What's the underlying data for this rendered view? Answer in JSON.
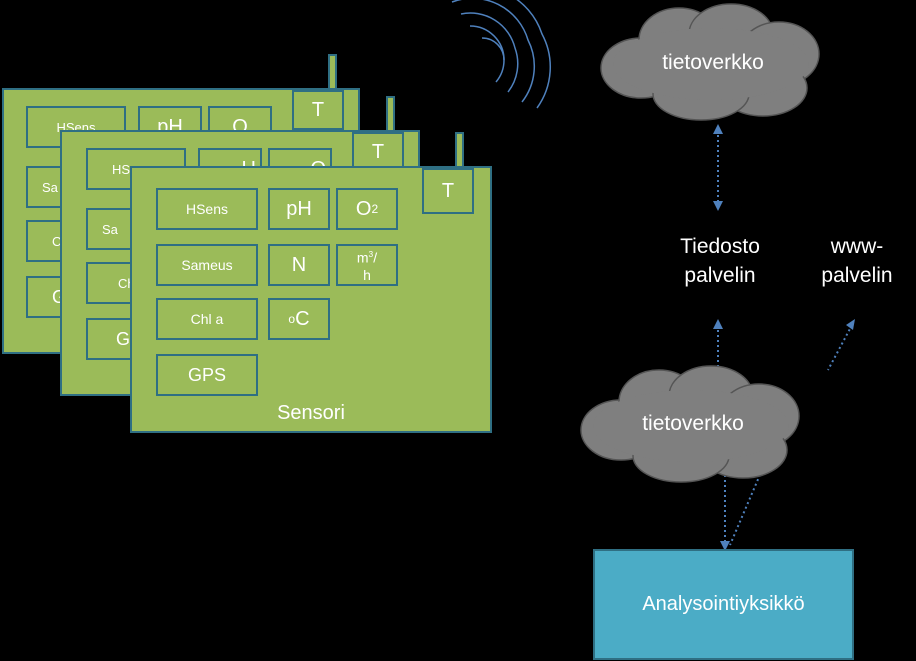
{
  "sensor": {
    "title": "Sensori",
    "hsens": "HSens",
    "ph": "pH",
    "o2_base": "O",
    "o2_sub": "2",
    "flow_base": "m",
    "flow_sup": "3",
    "flow_rest": "/",
    "flow_unit": "h",
    "sameus": "Sameus",
    "n": "N",
    "chla": "Chl a",
    "temp_deg": "o",
    "temp_c": "C",
    "gps": "GPS",
    "t": "T"
  },
  "back_sensor_1": {
    "hsens": "HSens",
    "ph": "pH",
    "o2": "O",
    "sameus_frag": "Sa",
    "chla_frag": "C",
    "gps_frag": "G",
    "t": "T"
  },
  "back_sensor_2": {
    "hsens_frag": "HS",
    "ph_frag": "H",
    "o2_frag": "O",
    "sameus_frag": "Sa",
    "chla_frag": "Ch",
    "gps_frag": "G",
    "t": "T"
  },
  "network_top": {
    "label": "tietoverkko"
  },
  "network_bottom": {
    "label": "tietoverkko"
  },
  "file_server": {
    "line1": "Tiedosto",
    "line2": "palvelin"
  },
  "web_server": {
    "line1": "www-",
    "line2": "palvelin"
  },
  "analysis_unit": {
    "label": "Analysointiyksikkö"
  },
  "colors": {
    "background": "#000000",
    "sensor_fill": "#9bbb59",
    "border": "#2f6f83",
    "cloud": "#7f7f7f",
    "analysis_fill": "#4bacc6",
    "arrow": "#4f81bd"
  }
}
